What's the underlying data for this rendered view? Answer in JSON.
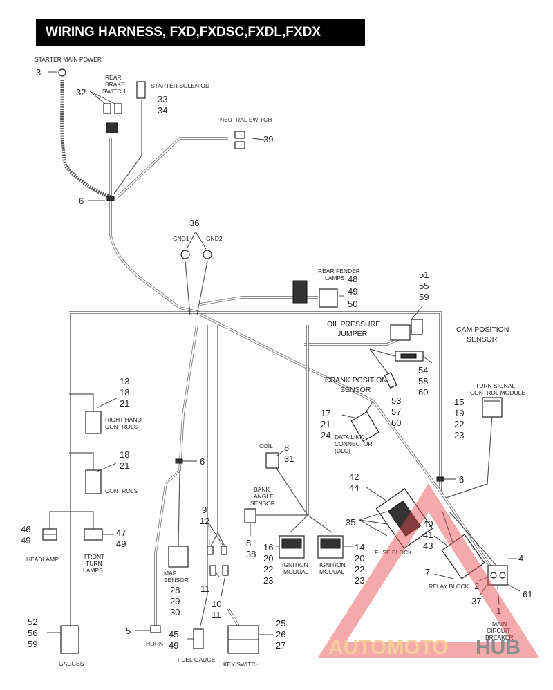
{
  "title": "WIRING HARNESS, FXD,FXDSC,FXDL,FXDX",
  "watermark": {
    "part1": "AUTOMOTO",
    "part2": "HUB"
  },
  "labels": {
    "starter_main_power": "STARTER MAIN POWER",
    "rear_brake_switch": [
      "REAR",
      "BRAKE",
      "SWITCH"
    ],
    "starter_solenoid": "STARTER SOLENIOD",
    "neutral_switch": "NEUTRAL SWITCH",
    "gnd1": "GND1",
    "gnd2": "GND2",
    "rear_fender_lamps": [
      "REAR FENDER",
      "LAMPS"
    ],
    "oil_pressure_jumper": [
      "OIL PRESSURE",
      "JUMPER"
    ],
    "cam_position_sensor": [
      "CAM POSITION",
      "SENSOR"
    ],
    "crank_position_sensor": [
      "CRANK POSITION",
      "SENSOR"
    ],
    "turn_signal_control_module": [
      "TURN SIGNAL",
      "CONTROL MODULE"
    ],
    "right_hand_controls": [
      "RIGHT HAND",
      "CONTROLS"
    ],
    "data_link_connector": [
      "DATA LINK",
      "CONNECTOR",
      "(DLC)"
    ],
    "coil": "COIL",
    "controls": "CONTROLS",
    "bank_angle_sensor": [
      "BANK",
      "ANGLE",
      "SENSOR"
    ],
    "headlamp": "HEADLAMP",
    "front_turn_lamps": [
      "FRONT",
      "TURN",
      "LAMPS"
    ],
    "fuse_block": "FUSE BLOCK",
    "map_sensor": [
      "MAP",
      "SENSOR"
    ],
    "ignition_modual_1": [
      "IGNITION",
      "MODUAL"
    ],
    "ignition_modual_2": [
      "IGNITION",
      "MODUAL"
    ],
    "relay_block": "RELAY BLOCK",
    "gauges": "GAUGES",
    "horn": "HORN",
    "fuel_gauge": "FUEL GAUGE",
    "key_switch": "KEY SWITCH",
    "main_circuit_breaker": [
      "MAIN",
      "CIRCUIT",
      "BREAKER"
    ]
  },
  "numbers": {
    "starter_main_power": "3",
    "rear_brake_switch": "32",
    "starter_solenoid": [
      "33",
      "34"
    ],
    "neutral_switch": "39",
    "junction_top": "6",
    "ground": "36",
    "rear_fender_lamps": [
      "48",
      "49",
      "50"
    ],
    "oil_pressure_jumper": [
      "51",
      "55",
      "59"
    ],
    "cam_position_sensor": [
      "54",
      "58",
      "60"
    ],
    "crank_position_sensor": [
      "53",
      "57",
      "60"
    ],
    "turn_signal_control_module": [
      "15",
      "19",
      "22",
      "23"
    ],
    "right_hand_controls": [
      "13",
      "18",
      "21"
    ],
    "data_link_connector": [
      "17",
      "21",
      "24"
    ],
    "coil": [
      "8",
      "31"
    ],
    "controls": [
      "18",
      "21"
    ],
    "junction_mid": "6",
    "junction_right": "6",
    "fuse_block": [
      "42",
      "44"
    ],
    "bank_angle_sensor": [
      "8",
      "38"
    ],
    "headlamp": [
      "46",
      "49"
    ],
    "front_turn_lamps": [
      "47",
      "49"
    ],
    "wire_junction_a": [
      "9",
      "12"
    ],
    "ignition_modual_1": [
      "16",
      "20",
      "22",
      "23"
    ],
    "ignition_modual_2": [
      "14",
      "20",
      "22",
      "23"
    ],
    "fuse_block_35": "35",
    "relay_block": [
      "40",
      "41",
      "43"
    ],
    "relay_block_7": "7",
    "main_circuit_breaker_4": "4",
    "main_circuit_breaker_2": "2",
    "main_circuit_breaker_37": "37",
    "main_circuit_breaker_61": "61",
    "main_circuit_breaker_1": "1",
    "map_sensor": [
      "28",
      "29",
      "30"
    ],
    "wire_junction_b": "11",
    "wire_junction_c": [
      "10",
      "11"
    ],
    "gauges": [
      "52",
      "56",
      "59"
    ],
    "horn": "5",
    "fuel_gauge": [
      "45",
      "49"
    ],
    "key_switch": [
      "25",
      "26",
      "27"
    ]
  },
  "colors": {
    "watermark_triangle": "#e8474b",
    "watermark_text": "#f6c68a",
    "watermark_hub": "#777777"
  }
}
